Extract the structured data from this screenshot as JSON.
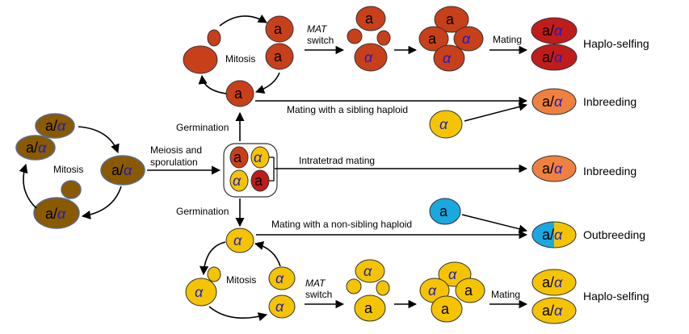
{
  "colors": {
    "mating_type_a": "#c8401a",
    "mating_type_a_dark": "#c01c1c",
    "mating_type_alpha": "#f5c400",
    "diploid_tetrad_brown": "#8a5a00",
    "inbreeding_orange": "#f08040",
    "outbreeding_blue": "#1aa8e0",
    "alpha_text": "#1c1cc8"
  },
  "cell_labels": {
    "a": "a",
    "alpha": "α",
    "diploid_a": "a/",
    "diploid_alpha": "α"
  },
  "labels": {
    "mitosis_left": "Mitosis",
    "mitosis_top": "Mitosis",
    "mitosis_bottom": "Mitosis",
    "meiosis_line1": "Meiosis and",
    "meiosis_line2": "sporulation",
    "germination_top": "Germination",
    "germination_bottom": "Germination",
    "mat_top": "MAT",
    "switch_top": "switch",
    "mat_bottom": "MAT",
    "switch_bottom": "switch",
    "mating_top": "Mating",
    "mating_bottom": "Mating",
    "mating_sibling": "Mating with a sibling haploid",
    "intratetrad": "Intratetrad mating",
    "mating_nonsibling": "Mating with a non-sibling haploid"
  },
  "outcomes": {
    "haplo_selfing_top": "Haplo-selfing",
    "inbreeding_1": "Inbreeding",
    "inbreeding_2": "Inbreeding",
    "outbreeding": "Outbreeding",
    "haplo_selfing_bottom": "Haplo-selfing"
  }
}
